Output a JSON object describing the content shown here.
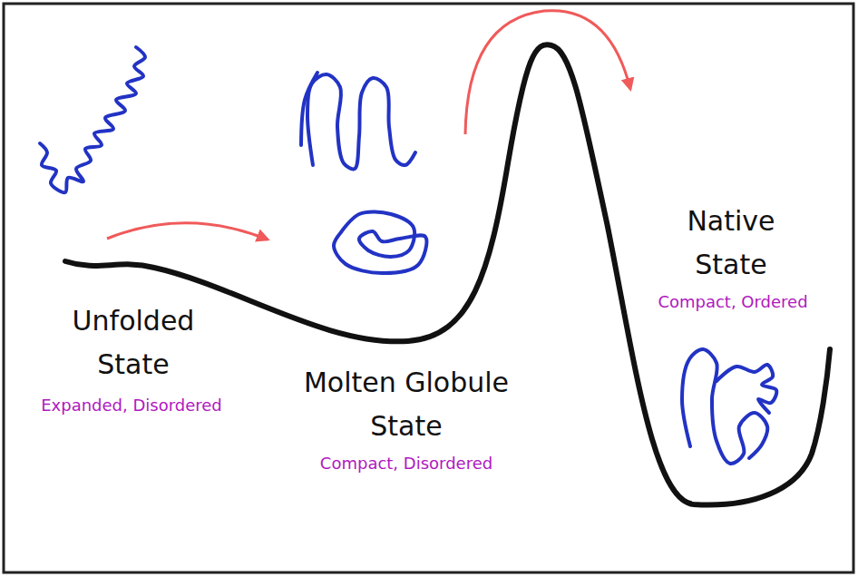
{
  "diagram": {
    "labels": [
      "Unfolded State",
      "Expanded, Disordered",
      "Molten Globule State",
      "Compact, Disordered",
      "Native State",
      "Compact, Ordered"
    ]
  }
}
